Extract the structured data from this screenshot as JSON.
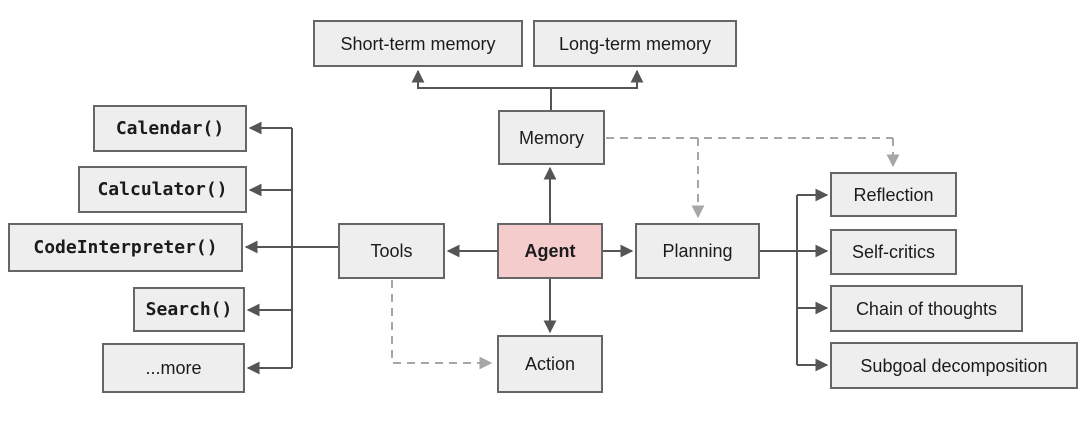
{
  "nodes": {
    "agent": {
      "label": "Agent"
    },
    "memory": {
      "label": "Memory"
    },
    "short_term_memory": {
      "label": "Short-term memory"
    },
    "long_term_memory": {
      "label": "Long-term memory"
    },
    "tools": {
      "label": "Tools"
    },
    "calendar": {
      "label": "Calendar()"
    },
    "calculator": {
      "label": "Calculator()"
    },
    "code_interpreter": {
      "label": "CodeInterpreter()"
    },
    "search": {
      "label": "Search()"
    },
    "more": {
      "label": "...more"
    },
    "action": {
      "label": "Action"
    },
    "planning": {
      "label": "Planning"
    },
    "reflection": {
      "label": "Reflection"
    },
    "self_critics": {
      "label": "Self-critics"
    },
    "chain_of_thoughts": {
      "label": "Chain of thoughts"
    },
    "subgoal_decomposition": {
      "label": "Subgoal decomposition"
    }
  },
  "colors": {
    "agent_fill": "#f4cccc",
    "node_fill": "#eeeeee",
    "node_border": "#666666",
    "solid_connector": "#555555",
    "dashed_connector": "#a6a6a6",
    "text": "#1b1b1b"
  }
}
